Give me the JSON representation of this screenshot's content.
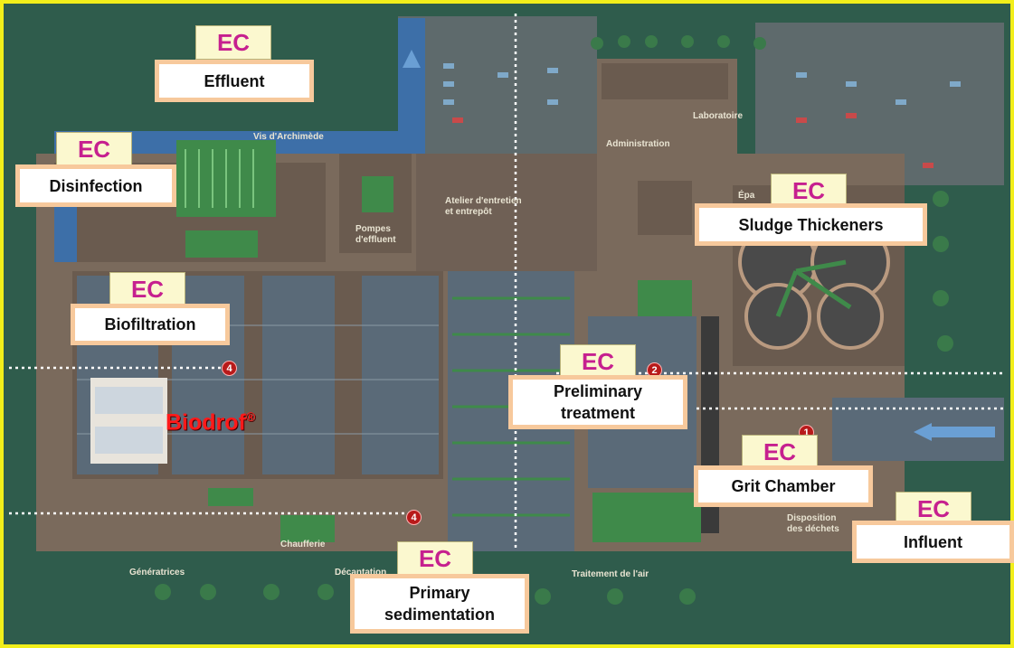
{
  "colors": {
    "frame": "#f2ee1a",
    "ec_text": "#c6208f",
    "label_border": "#f7c99c",
    "biodrof": "#ff1a1a"
  },
  "ec_badge_text": "EC",
  "labels": {
    "effluent": "Effluent",
    "disinfection": "Disinfection",
    "biofiltration": "Biofiltration",
    "sludge_thickeners": "Sludge Thickeners",
    "preliminary_treatment": "Preliminary\ntreatment",
    "grit_chamber": "Grit Chamber",
    "influent": "Influent",
    "primary_sedimentation": "Primary\nsedimentation"
  },
  "brand": {
    "name": "Biodrof",
    "mark": "®"
  },
  "map_text": {
    "vis_archimede": "Vis d'Archimède",
    "administration": "Administration",
    "laboratoire": "Laboratoire",
    "atelier": "Atelier d'entretien\net entrepôt",
    "pompes": "Pompes\nd'effluent",
    "epais": "Épa",
    "chaufferie": "Chaufferie",
    "generatrices": "Génératrices",
    "decantation": "Décantation",
    "traitement_air": "Traitement de l'air",
    "disposition": "Disposition\ndes déchets"
  },
  "markers": {
    "m4a": "4",
    "m4b": "4",
    "m2": "2",
    "m1": "1"
  }
}
